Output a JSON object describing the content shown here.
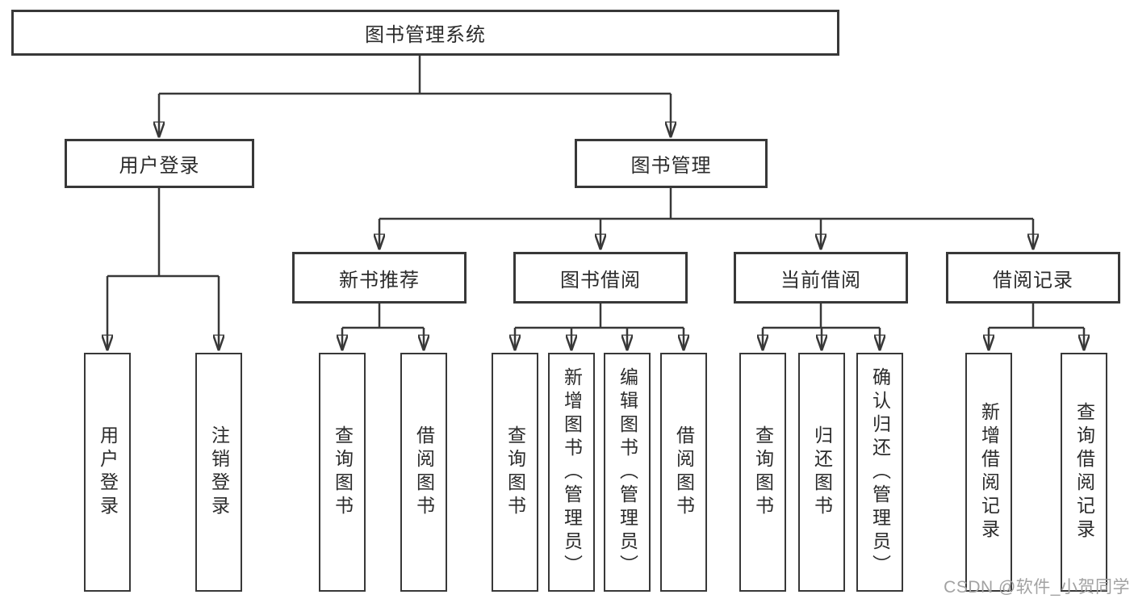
{
  "tree": {
    "root": {
      "label": "图书管理系统"
    },
    "branches": [
      {
        "label": "用户登录",
        "children": [
          {
            "label": "用户登录"
          },
          {
            "label": "注销登录"
          }
        ]
      },
      {
        "label": "图书管理",
        "children": [
          {
            "label": "新书推荐",
            "children": [
              {
                "label": "查询图书"
              },
              {
                "label": "借阅图书"
              }
            ]
          },
          {
            "label": "图书借阅",
            "children": [
              {
                "label": "查询图书"
              },
              {
                "label": "新增图书（管理员）"
              },
              {
                "label": "编辑图书（管理员）"
              },
              {
                "label": "借阅图书"
              }
            ]
          },
          {
            "label": "当前借阅",
            "children": [
              {
                "label": "查询图书"
              },
              {
                "label": "归还图书"
              },
              {
                "label": "确认归还（管理员）"
              }
            ]
          },
          {
            "label": "借阅记录",
            "children": [
              {
                "label": "新增借阅记录"
              },
              {
                "label": "查询借阅记录"
              }
            ]
          }
        ]
      }
    ]
  },
  "watermark": {
    "text": "CSDN @软件_小贺同学"
  },
  "colors": {
    "line": "#383838",
    "box_border": "#383838",
    "text": "#2b2b2b",
    "watermark": "#a2a2a2",
    "background": "#ffffff"
  }
}
